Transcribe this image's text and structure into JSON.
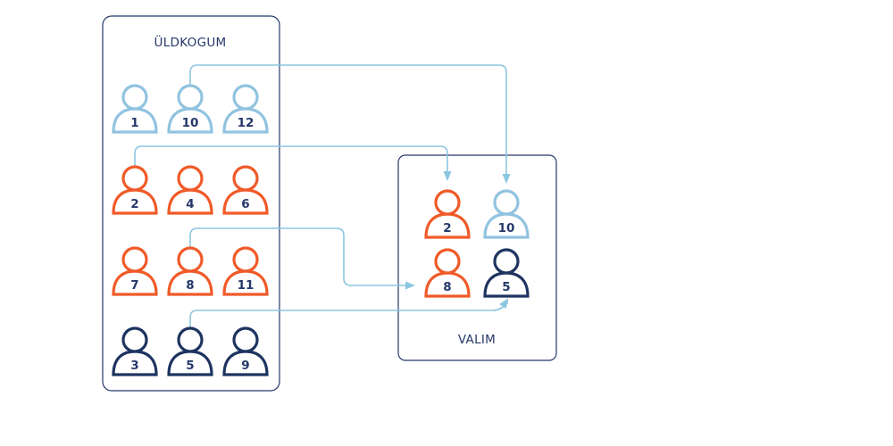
{
  "colors": {
    "light_blue": "#91c3e0",
    "orange": "#f05a28",
    "navy": "#1e3460",
    "frame": "#25386a",
    "connector": "#8cc6e0"
  },
  "population": {
    "title": "ÜLDKOGUM",
    "people": [
      {
        "id": "p1",
        "num": "1",
        "group": "light_blue"
      },
      {
        "id": "p10",
        "num": "10",
        "group": "light_blue"
      },
      {
        "id": "p12",
        "num": "12",
        "group": "light_blue"
      },
      {
        "id": "p2",
        "num": "2",
        "group": "orange"
      },
      {
        "id": "p4",
        "num": "4",
        "group": "orange"
      },
      {
        "id": "p6",
        "num": "6",
        "group": "orange"
      },
      {
        "id": "p7",
        "num": "7",
        "group": "orange"
      },
      {
        "id": "p8",
        "num": "8",
        "group": "orange"
      },
      {
        "id": "p11",
        "num": "11",
        "group": "orange"
      },
      {
        "id": "p3",
        "num": "3",
        "group": "navy"
      },
      {
        "id": "p5",
        "num": "5",
        "group": "navy"
      },
      {
        "id": "p9",
        "num": "9",
        "group": "navy"
      }
    ]
  },
  "sample": {
    "title": "VALIM",
    "people": [
      {
        "id": "s2",
        "num": "2",
        "group": "orange"
      },
      {
        "id": "s10",
        "num": "10",
        "group": "light_blue"
      },
      {
        "id": "s8",
        "num": "8",
        "group": "orange"
      },
      {
        "id": "s5",
        "num": "5",
        "group": "navy"
      }
    ]
  },
  "connections": [
    {
      "from": "p10",
      "to": "s10"
    },
    {
      "from": "p2",
      "to": "s2"
    },
    {
      "from": "p8",
      "to": "s8"
    },
    {
      "from": "p5",
      "to": "s5"
    }
  ]
}
